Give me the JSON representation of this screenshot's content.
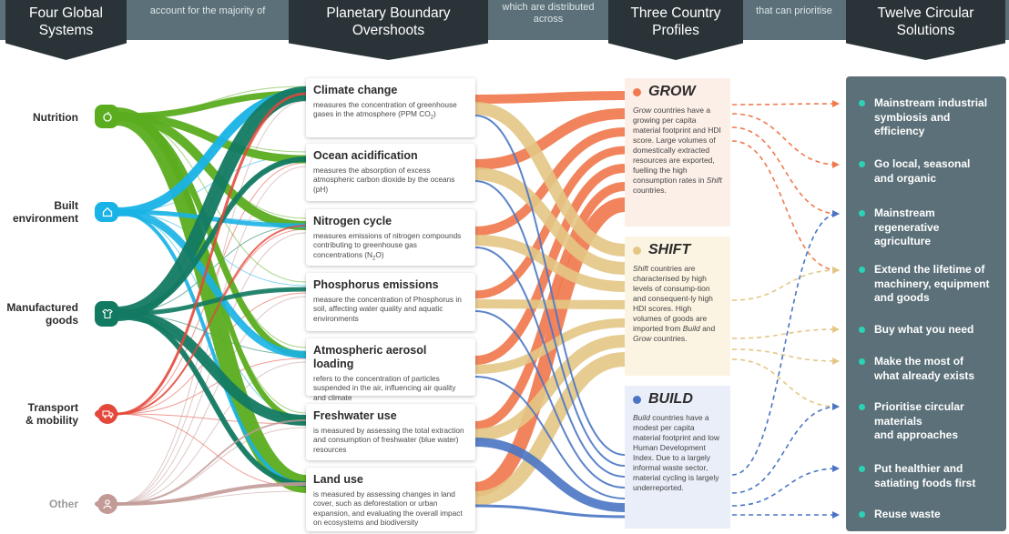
{
  "headers": {
    "systems": [
      "Four Global",
      "Systems"
    ],
    "boundaries": [
      "Planetary Boundary",
      "Overshoots"
    ],
    "profiles": [
      "Three Country",
      "Profiles"
    ],
    "solutions": [
      "Twelve Circular",
      "Solutions"
    ]
  },
  "connectors": {
    "c1": "account for the majority of",
    "c2_line1": "which are distributed",
    "c2_line2": "across",
    "c3": "that can prioritise"
  },
  "systems": [
    {
      "label1": "Nutrition",
      "label2": "",
      "color": "#5bad1f",
      "icon": "apple-icon"
    },
    {
      "label1": "Built",
      "label2": "environment",
      "color": "#19b3e6",
      "icon": "house-icon"
    },
    {
      "label1": "Manufactured",
      "label2": "goods",
      "color": "#137a62",
      "icon": "shirt-icon"
    },
    {
      "label1": "Transport",
      "label2": "& mobility",
      "color": "#e3483a",
      "icon": "truck-icon"
    },
    {
      "label1": "Other",
      "label2": "",
      "color": "#c29b97",
      "icon": "person-icon"
    }
  ],
  "boundaries": [
    {
      "title": "Climate change",
      "desc": "measures the concentration of greenhouse gases in the atmosphere (PPM CO",
      "sub": "2",
      "tail": ")"
    },
    {
      "title": "Ocean acidification",
      "desc": "measures the absorption of excess atmospheric carbon dioxide by the oceans (pH)",
      "sub": "",
      "tail": ""
    },
    {
      "title": "Nitrogen cycle",
      "desc": "measures emissions of nitrogen compounds contributing to greenhouse gas concentrations (N",
      "sub": "2",
      "tail": "O)"
    },
    {
      "title": "Phosphorus emissions",
      "desc": "measure the concentration of Phosphorus in soil, affecting water quality and aquatic environments",
      "sub": "",
      "tail": ""
    },
    {
      "title": "Atmospheric aerosol loading",
      "desc": "refers to the concentration of particles suspended in the air, influencing air quality and climate",
      "sub": "",
      "tail": ""
    },
    {
      "title": "Freshwater use",
      "desc": "is measured by assessing the total extraction and consumption of freshwater (blue water) resources",
      "sub": "",
      "tail": ""
    },
    {
      "title": "Land use",
      "desc": "is measured by assessing changes in land cover, such as deforestation or urban expansion, and evaluating the overall impact on ecosystems and biodiversity",
      "sub": "",
      "tail": ""
    }
  ],
  "profiles": [
    {
      "title": "GROW",
      "color": "#f07a4e",
      "bg": "#fcefe8",
      "desc_em": "Grow",
      "desc": " countries have a growing per capita material footprint and HDI score. Large volumes of domestically extracted resources are exported, fuelling the high consumption rates in ",
      "desc_em2": "Shift",
      "desc_tail": " countries."
    },
    {
      "title": "SHIFT",
      "color": "#e3c785",
      "bg": "#fbf4e2",
      "desc_em": "Shift",
      "desc": " countries are characterised by high levels of consump-tion and consequent-ly high HDI scores. High volumes of goods are imported from ",
      "desc_em2": "Build",
      "desc_mid": " and ",
      "desc_em3": "Grow",
      "desc_tail": " countries."
    },
    {
      "title": "BUILD",
      "color": "#4a75c4",
      "bg": "#e9eef8",
      "desc_em": "Build",
      "desc": " countries have a modest per capita material footprint and low Human Development Index. Due to a largely informal waste sector, material cycling is largely underreported.",
      "desc_em2": "",
      "desc_tail": ""
    }
  ],
  "solutions": [
    "Mainstream industrial\nsymbiosis and\nefficiency",
    "Go local, seasonal\nand organic",
    "Mainstream\nregenerative\nagriculture",
    "Extend the lifetime of\nmachinery, equipment\nand goods",
    "Buy what you need",
    "Make the most of\nwhat already exists",
    "Prioritise circular\nmaterials\nand approaches",
    "Put healthier and\nsatiating foods first",
    "Reuse waste"
  ],
  "colors": {
    "header_dark": "#2a3438",
    "header_band": "#5b7078",
    "solution_panel": "#5b7078",
    "solution_dot": "#2bd3b6",
    "grow": "#f07a4e",
    "shift": "#e3c785",
    "build": "#4a75c4"
  }
}
